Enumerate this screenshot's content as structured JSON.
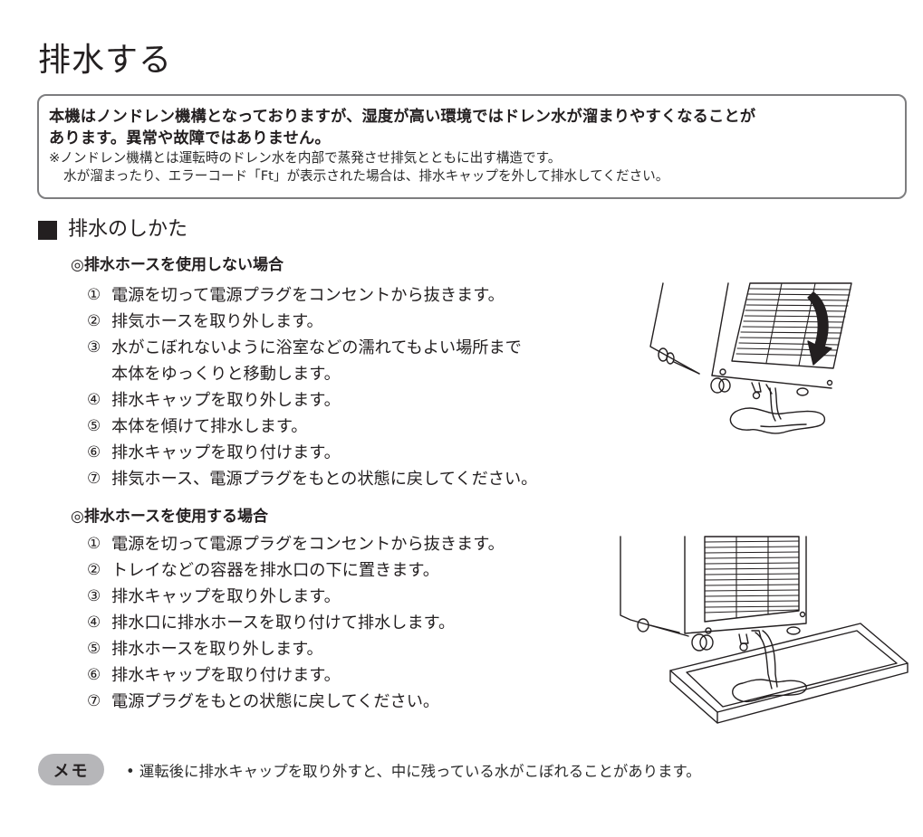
{
  "page": {
    "title": "排水する"
  },
  "callout": {
    "bold_lines": [
      "本機はノンドレン機構となっておりますが、湿度が高い環境ではドレン水が溜まりやすくなることが",
      "あります。異常や故障ではありません。"
    ],
    "note_lines": [
      "※ノンドレン機構とは運転時のドレン水を内部で蒸発させ排気とともに出す構造です。",
      "水が溜まったり、エラーコード「Ft」が表示された場合は、排水キャップを外して排水してください。"
    ]
  },
  "section": {
    "heading": "排水のしかた",
    "heading_icon": "black-square-icon"
  },
  "cases": [
    {
      "mark": "◎",
      "heading": "排水ホースを使用しない場合",
      "steps": [
        {
          "num": "①",
          "text": "電源を切って電源プラグをコンセントから抜きます。"
        },
        {
          "num": "②",
          "text": "排気ホースを取り外します。"
        },
        {
          "num": "③",
          "text": "水がこぼれないように浴室などの濡れてもよい場所まで\n本体をゆっくりと移動します。"
        },
        {
          "num": "④",
          "text": "排水キャップを取り外します。"
        },
        {
          "num": "⑤",
          "text": "本体を傾けて排水します。"
        },
        {
          "num": "⑥",
          "text": "排水キャップを取り付けます。"
        },
        {
          "num": "⑦",
          "text": "排気ホース、電源プラグをもとの状態に戻してください。"
        }
      ],
      "illustration": "unit-tilted-draining-onto-floor-illustration"
    },
    {
      "mark": "◎",
      "heading": "排水ホースを使用する場合",
      "steps": [
        {
          "num": "①",
          "text": "電源を切って電源プラグをコンセントから抜きます。"
        },
        {
          "num": "②",
          "text": "トレイなどの容器を排水口の下に置きます。"
        },
        {
          "num": "③",
          "text": "排水キャップを取り外します。"
        },
        {
          "num": "④",
          "text": "排水口に排水ホースを取り付けて排水します。"
        },
        {
          "num": "⑤",
          "text": "排水ホースを取り外します。"
        },
        {
          "num": "⑥",
          "text": "排水キャップを取り付けます。"
        },
        {
          "num": "⑦",
          "text": "電源プラグをもとの状態に戻してください。"
        }
      ],
      "illustration": "unit-draining-hose-into-tray-illustration"
    }
  ],
  "memo": {
    "badge": "メモ",
    "bullet": "•",
    "text": "運転後に排水キャップを取り外すと、中に残っている水がこぼれることがあります。"
  },
  "colors": {
    "text": "#231f20",
    "callout_border": "#7d7d7f",
    "memo_badge": "#b6b6b9"
  }
}
